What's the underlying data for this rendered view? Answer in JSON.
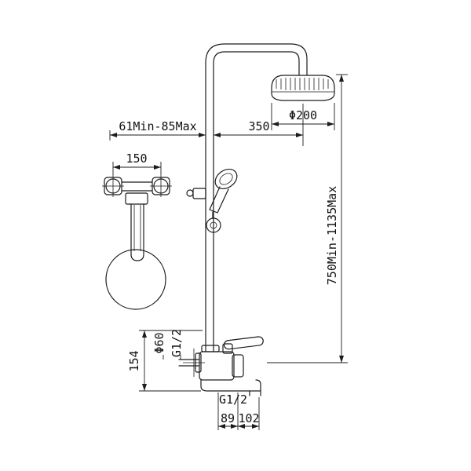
{
  "page": {
    "background": "#ffffff",
    "line_color": "#1c1c1c"
  },
  "drawing": {
    "type": "technical-dimension-diagram",
    "labels": {
      "wall_to_riser": "61Min-85Max",
      "arm_reach": "350",
      "head_diameter": "Φ200",
      "inlet_spacing": "150",
      "riser_height": "750Min-1135Max",
      "escutcheon_diameter": "Φ60",
      "inlet_thread": "G1/2",
      "mixer_height": "154",
      "outlet_thread": "G1/2",
      "spout_dim_left": "89",
      "spout_dim_right": "102"
    }
  }
}
